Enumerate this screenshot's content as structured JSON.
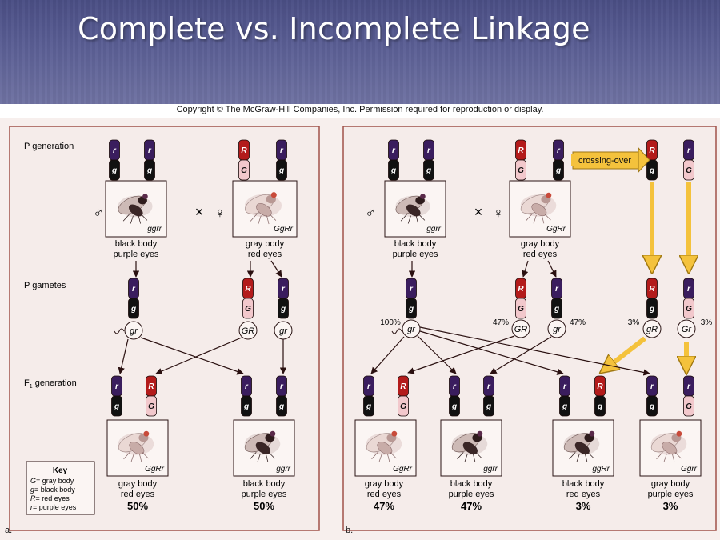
{
  "slide": {
    "title": "Complete vs. Incomplete Linkage"
  },
  "copyright": "Copyright © The McGraw-Hill Companies, Inc. Permission required for reproduction or display.",
  "colors": {
    "banner": "#55598f",
    "purple_allele": "#3a1d5e",
    "red_allele": "#b31b1b",
    "pink_allele": "#f2c8cc",
    "black_allele": "#111111",
    "arrow_yellow": "#f4c23c",
    "panel_border": "#a0524a",
    "panel_bg": "#f7efed"
  },
  "icons": [
    "male-symbol",
    "female-symbol",
    "cross-symbol",
    "fruit-fly-image",
    "crossover-arrow"
  ],
  "panel_a": {
    "letter": "a.",
    "row_labels": {
      "p_generation": "P generation",
      "p_gametes": "P gametes",
      "f1_generation": "F",
      "f1_sub": "1",
      "f1_rest": " generation"
    },
    "male": {
      "symbol": "♂",
      "genotype": "ggrr",
      "line1": "black body",
      "line2": "purple eyes"
    },
    "cross": "×",
    "female": {
      "symbol": "♀",
      "genotype": "GgRr",
      "line1": "gray body",
      "line2": "red eyes"
    },
    "gametes": [
      "gr",
      "GR",
      "gr"
    ],
    "offspring": [
      {
        "genotype": "GgRr",
        "line1": "gray body",
        "line2": "red eyes",
        "percent": "50%"
      },
      {
        "genotype": "ggrr",
        "line1": "black body",
        "line2": "purple eyes",
        "percent": "50%"
      }
    ],
    "key": {
      "title": "Key",
      "items": [
        {
          "symbol": "G",
          "text": "= gray body"
        },
        {
          "symbol": "g",
          "text": "= black body"
        },
        {
          "symbol": "R",
          "text": "= red eyes"
        },
        {
          "symbol": "r",
          "text": "= purple eyes"
        }
      ]
    }
  },
  "panel_b": {
    "letter": "b.",
    "crossing_over": "crossing-over",
    "male": {
      "symbol": "♂",
      "genotype": "ggrr",
      "line1": "black body",
      "line2": "purple eyes"
    },
    "cross": "×",
    "female": {
      "symbol": "♀",
      "genotype": "GgRr",
      "line1": "gray body",
      "line2": "red eyes"
    },
    "gametes": [
      {
        "label": "gr",
        "percent": "100%"
      },
      {
        "label": "GR",
        "percent": "47%"
      },
      {
        "label": "gr",
        "percent": "47%"
      },
      {
        "label": "gR",
        "percent": "3%"
      },
      {
        "label": "Gr",
        "percent": "3%"
      }
    ],
    "offspring": [
      {
        "genotype": "GgRr",
        "line1": "gray body",
        "line2": "red eyes",
        "percent": "47%"
      },
      {
        "genotype": "ggrr",
        "line1": "black body",
        "line2": "purple eyes",
        "percent": "47%"
      },
      {
        "genotype": "ggRr",
        "line1": "black body",
        "line2": "red eyes",
        "percent": "3%"
      },
      {
        "genotype": "Ggrr",
        "line1": "gray body",
        "line2": "purple eyes",
        "percent": "3%"
      }
    ]
  }
}
